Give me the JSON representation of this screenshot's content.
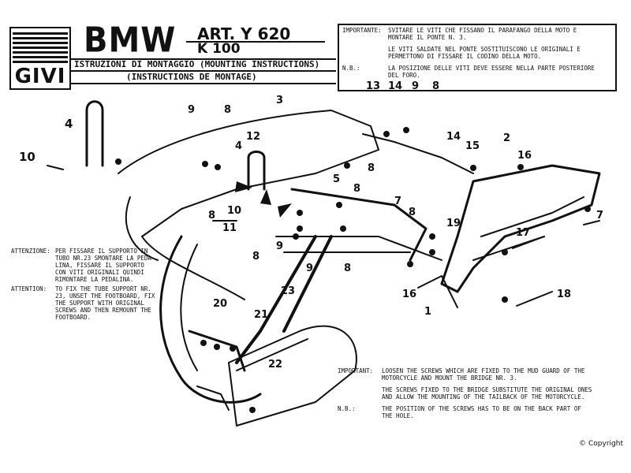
{
  "header": {
    "logo_text": "GIVI",
    "brand": "BMW",
    "article": "ART. Y 620",
    "model": "K 100",
    "instructions_it_en": "ISTRUZIONI DI MONTAGGIO (MOUNTING INSTRUCTIONS)",
    "instructions_fr": "(INSTRUCTIONS DE MONTAGE)"
  },
  "notes_it": {
    "important_label": "IMPORTANTE:",
    "important_text": "SVITARE LE VITI CHE FISSANO IL PARAFANGO DELLA MOTO E\nMONTARE IL PONTE N. 3.",
    "screws_text": "LE VITI SALDATE NEL PONTE SOSTITUISCONO LE ORIGINALI E\nPERMETTONO DI FISSARE IL CODINO DELLA MOTO.",
    "nb_label": "N.B.:",
    "nb_text": "LA POSIZIONE DELLE VITI DEVE ESSERE NELLA PARTE POSTERIORE\nDEL FORO."
  },
  "notes_left": {
    "attenzione_label": "ATTENZIONE:",
    "attenzione_text": "PER FISSARE IL SUPPORTO IN\nTUBO NR.23 SMONTARE LA PEDA\nLINA, FISSARE IL SUPPORTO\nCON VITI ORIGINALI QUINDI\nRIMONTARE LA PEDALINA.",
    "attention_label": "ATTENTION:",
    "attention_text": "TO FIX THE TUBE SUPPORT NR.\n23, UNSET THE FOOTBOARD, FIX\nTHE SUPPORT WITH ORIGINAL\nSCREWS AND THEN REMOUNT THE\nFOOTBOARD."
  },
  "notes_en": {
    "important_label": "IMPORTANT:",
    "important_text": "LOOSEN THE SCREWS WHICH ARE FIXED TO THE MUD GUARD OF THE\nMOTORCYCLE AND MOUNT THE BRIDGE NR. 3.",
    "screws_text": "THE SCREWS FIXED TO THE BRIDGE SUBSTITUTE THE ORIGINAL ONES\nAND ALLOW THE MOUNTING OF THE TAILBACK OF THE MOTORCYCLE.",
    "nb_label": "N.B.:",
    "nb_text": "THE POSITION OF THE SCREWS HAS TO BE ON THE BACK PART OF\nTHE HOLE."
  },
  "copyright": "© Copyright",
  "part_labels": {
    "p1": "1",
    "p2": "2",
    "p3": "3",
    "p4a": "4",
    "p4b": "4",
    "p5": "5",
    "p7a": "7",
    "p7b": "7",
    "p8a": "8",
    "p8b": "8",
    "p8c": "8",
    "p8d": "8",
    "p8e": "8",
    "p8f": "8",
    "p8g": "8",
    "p8h": "8",
    "p9a": "9",
    "p9b": "9",
    "p9c": "9",
    "p9d": "9",
    "p10a": "10",
    "p10b": "10",
    "p11": "11",
    "p12": "12",
    "p13": "13",
    "p14a": "14",
    "p14b": "14",
    "p15": "15",
    "p16a": "16",
    "p16b": "16",
    "p17": "17",
    "p18": "18",
    "p19": "19",
    "p20": "20",
    "p21": "21",
    "p22": "22",
    "p23": "23"
  }
}
